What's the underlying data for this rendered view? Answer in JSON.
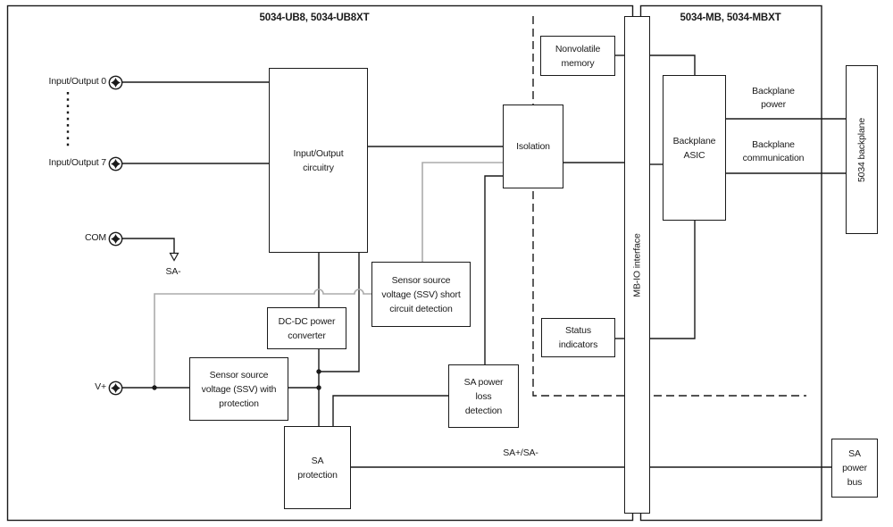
{
  "sections": {
    "left": {
      "title": "5034-UB8, 5034-UB8XT"
    },
    "right": {
      "title": "5034-MB, 5034-MBXT"
    }
  },
  "terminals": [
    {
      "id": "io0",
      "label": "Input/Output 0"
    },
    {
      "id": "io7",
      "label": "Input/Output 7"
    },
    {
      "id": "com",
      "label": "COM"
    },
    {
      "id": "vplus",
      "label": "V+"
    }
  ],
  "blocks": {
    "io_circuitry": "Input/Output\ncircuitry",
    "isolation": "Isolation",
    "nonvolatile_memory": "Nonvolatile\nmemory",
    "ssv_short_circuit": "Sensor source\nvoltage (SSV) short\ncircuit detection",
    "dc_dc_converter": "DC-DC power\nconverter",
    "ssv_with_protection": "Sensor source\nvoltage (SSV) with\nprotection",
    "sa_power_loss": "SA power\nloss\ndetection",
    "sa_protection": "SA\nprotection",
    "status_indicators": "Status\nindicators",
    "mb_io_interface": "MB-IO interface",
    "backplane_asic": "Backplane\nASIC",
    "backplane_5034": "5034 backplane",
    "sa_power_bus": "SA\npower\nbus"
  },
  "wire_labels": {
    "sa_minus": "SA-",
    "sa_plus_minus": "SA+/SA-",
    "backplane_power": "Backplane\npower",
    "backplane_communication": "Backplane\ncommunication"
  },
  "colors": {
    "line": "#1a1a1a",
    "wire_gray": "#ababab",
    "background": "#ffffff"
  }
}
